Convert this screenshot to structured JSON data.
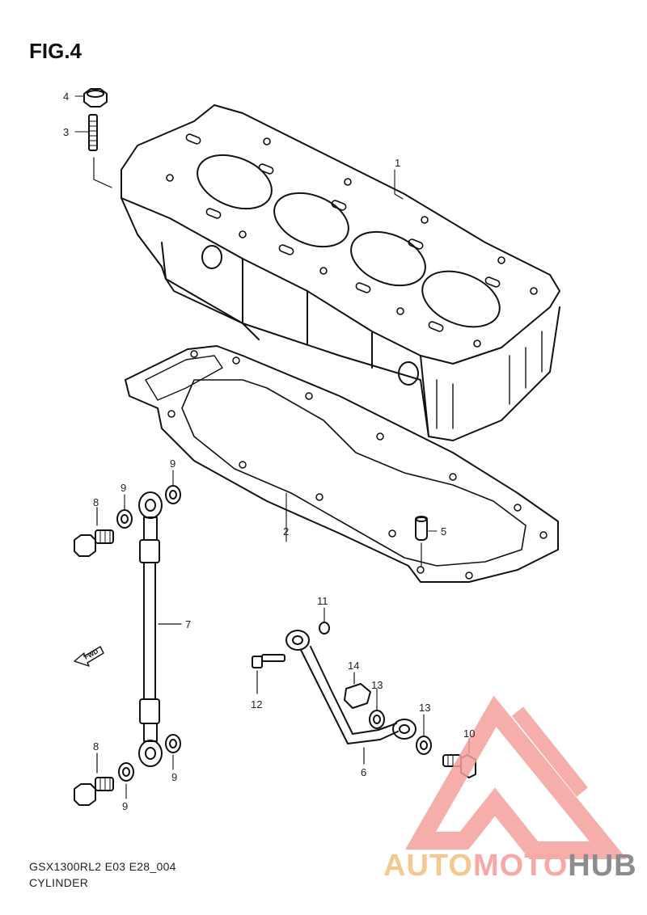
{
  "figure": {
    "title": "FIG.4",
    "code": "GSX1300RL2 E03 E28_004",
    "name": "CYLINDER",
    "fwd_label": "FWD"
  },
  "callouts": {
    "c1": "1",
    "c2": "2",
    "c3": "3",
    "c4": "4",
    "c5": "5",
    "c6": "6",
    "c7": "7",
    "c8a": "8",
    "c8b": "8",
    "c9a": "9",
    "c9b": "9",
    "c9c": "9",
    "c9d": "9",
    "c10": "10",
    "c11": "11",
    "c12": "12",
    "c13a": "13",
    "c13b": "13",
    "c14": "14"
  },
  "watermark": {
    "part1": "AUTO",
    "part2": "MOTO",
    "part3": "HUB",
    "colors": {
      "auto": "#f4c98f",
      "moto": "#f7a9a6",
      "hub": "#8c8c8c",
      "triangle": "#f4a09c"
    }
  }
}
